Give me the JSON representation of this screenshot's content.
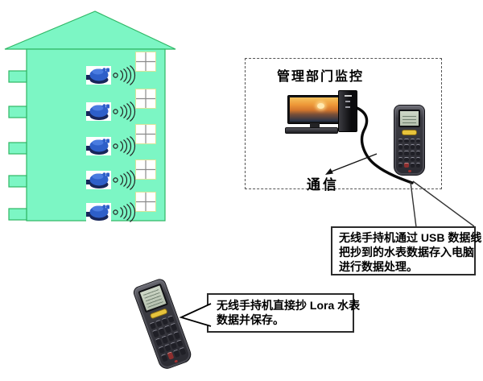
{
  "building": {
    "floors": 5,
    "colors": {
      "wall": "#7CF6C4",
      "outline": "#2FB765",
      "window_frame": "#D8E49A",
      "window_cross": "#8A8A8A",
      "meter_blue": "#2E5FC9",
      "meter_dark": "#17265A",
      "signal": "#222222"
    }
  },
  "monitoring_box": {
    "title": "管理部门监控",
    "comm_label": "通信"
  },
  "callouts": {
    "usb": {
      "lines": [
        "无线手持机通过 USB 数据线",
        "把抄到的水表数据存入电脑",
        "进行数据处理。"
      ]
    },
    "lora": {
      "lines": [
        "无线手持机直接抄 Lora 水表",
        "数据并保存。"
      ]
    }
  },
  "icons": {
    "water_meter": "water-meter-icon",
    "wireless_signal": "wireless-signal-icon",
    "window": "window-icon",
    "desktop_computer": "desktop-computer-icon",
    "pc_tower": "pc-tower-icon",
    "handheld_terminal": "handheld-terminal-icon",
    "usb_cable": "usb-cable-line",
    "comm_arrow": "communication-arrow-icon"
  },
  "device_accent_colors": {
    "handheld_body": "#3C3C43",
    "handheld_lcd": "#CED7C7",
    "handheld_function_button": "#E7C33C",
    "monitor_sunset_top": "#F6C35C",
    "monitor_sunset_bottom": "#223048"
  }
}
